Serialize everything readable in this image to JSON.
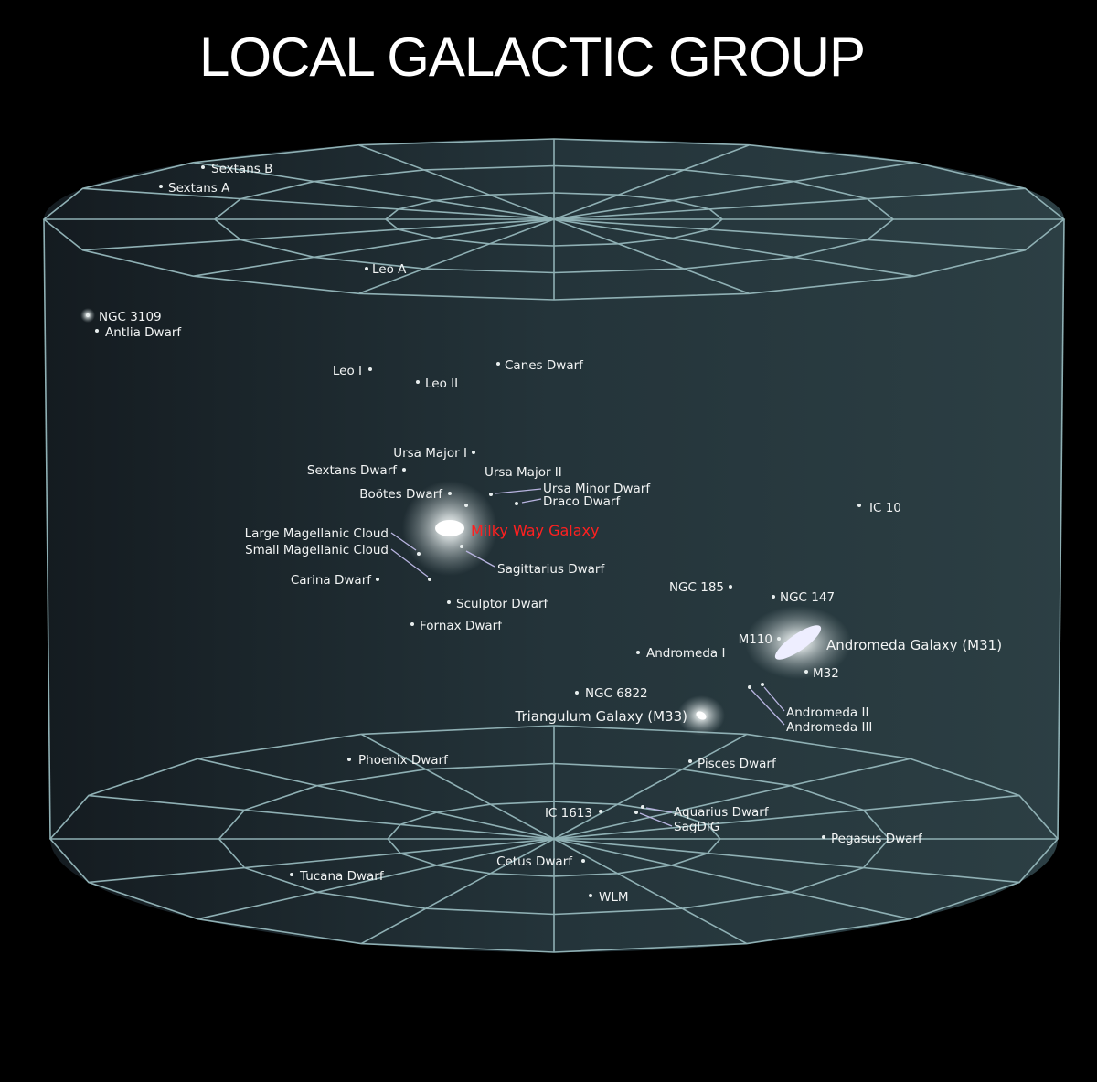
{
  "title": "LOCAL GALACTIC GROUP",
  "colors": {
    "grid": "#8fb0b4",
    "highlight": "#ff2020",
    "text": "#f2f4f4",
    "background": "#000000"
  },
  "labels": [
    "Sextans B",
    "Sextans A",
    "Leo A",
    "NGC 3109",
    "Antlia Dwarf",
    "Leo I",
    "Leo II",
    "Canes Dwarf",
    "Ursa Major I",
    "Sextans Dwarf",
    "Ursa Major II",
    "Ursa Minor Dwarf",
    "Draco Dwarf",
    "Boötes Dwarf",
    "Milky Way Galaxy",
    "Large Magellanic Cloud",
    "Small Magellanic Cloud",
    "Sagittarius Dwarf",
    "Carina Dwarf",
    "Sculptor Dwarf",
    "Fornax Dwarf",
    "IC 10",
    "NGC 185",
    "NGC 147",
    "M110",
    "Andromeda Galaxy (M31)",
    "M32",
    "Andromeda I",
    "NGC 6822",
    "Triangulum Galaxy (M33)",
    "Andromeda II",
    "Andromeda III",
    "Phoenix Dwarf",
    "Pisces Dwarf",
    "IC 1613",
    "Aquarius Dwarf",
    "SagDIG",
    "Pegasus Dwarf",
    "Cetus Dwarf",
    "Tucana Dwarf",
    "WLM"
  ]
}
